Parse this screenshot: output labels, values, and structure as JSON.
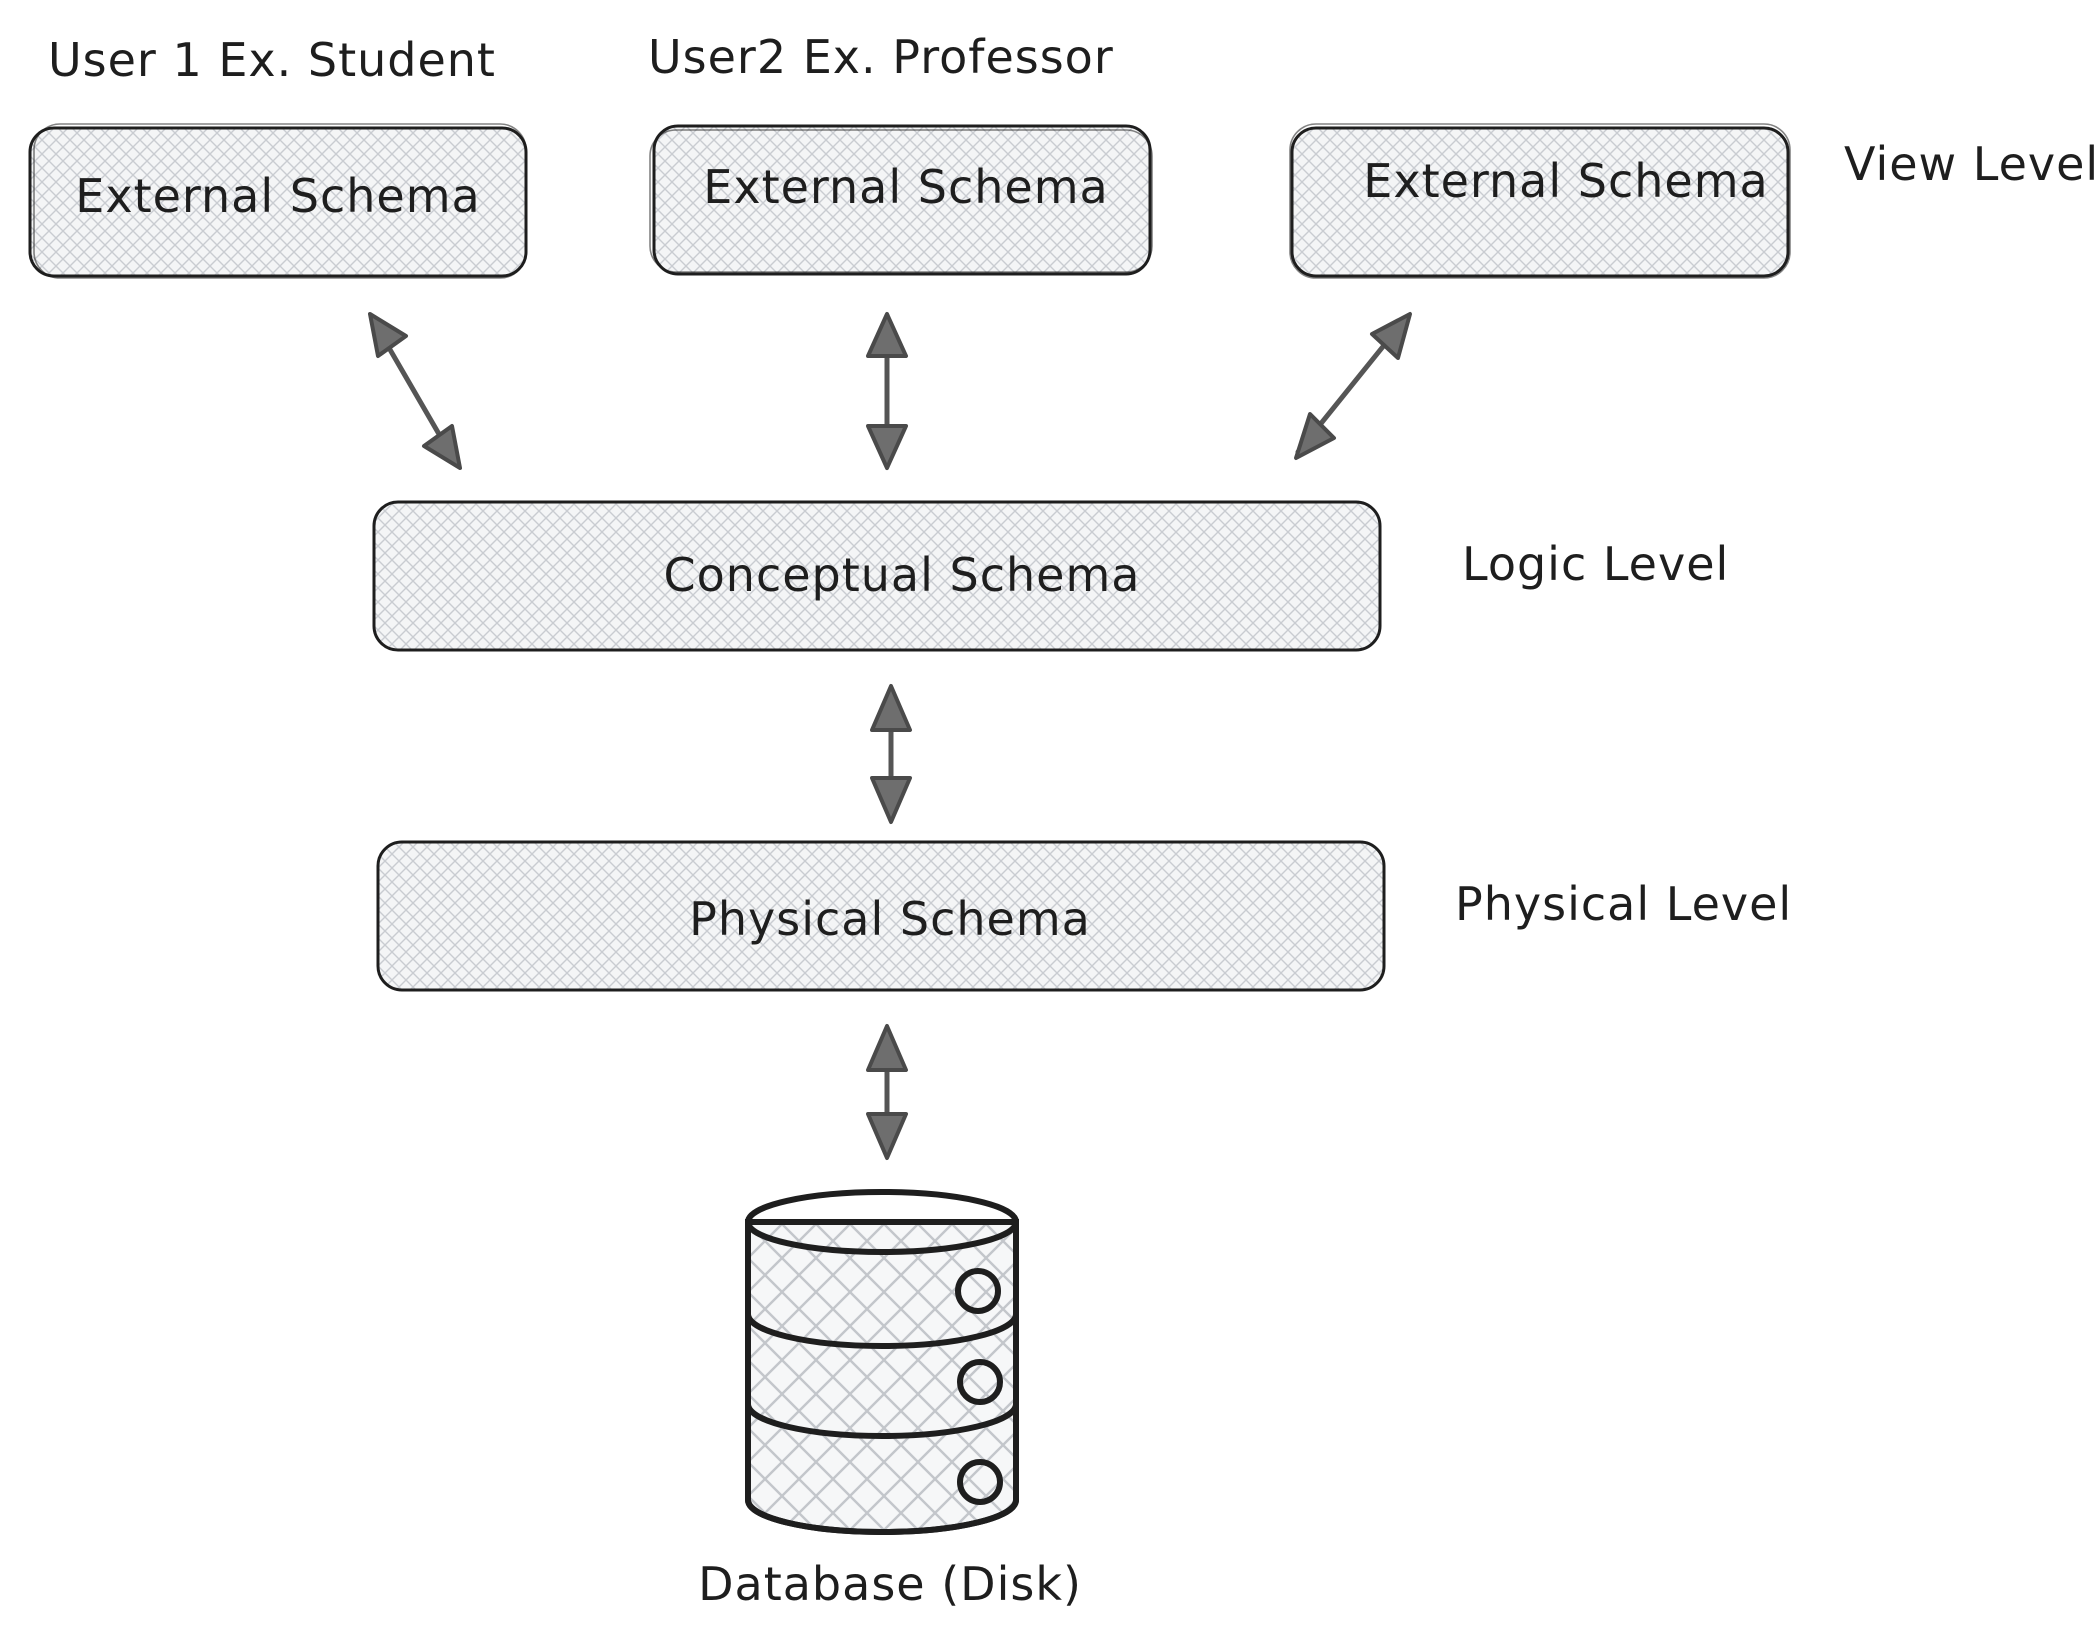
{
  "users": {
    "user1": "User 1  Ex. Student",
    "user2": "User2 Ex. Professor"
  },
  "external_schemas": [
    {
      "label": "External Schema"
    },
    {
      "label": "External Schema"
    },
    {
      "label": "External Schema"
    }
  ],
  "conceptual_schema": {
    "label": "Conceptual Schema"
  },
  "physical_schema": {
    "label": "Physical Schema"
  },
  "levels": {
    "view": "View Level",
    "logic": "Logic Level",
    "physical": "Physical Level"
  },
  "database": {
    "label": "Database (Disk)"
  },
  "colors": {
    "stroke": "#1e1e1e",
    "hatch": "#c9ccd1",
    "arrow_fill": "#6e6e6e",
    "background": "#ffffff"
  }
}
